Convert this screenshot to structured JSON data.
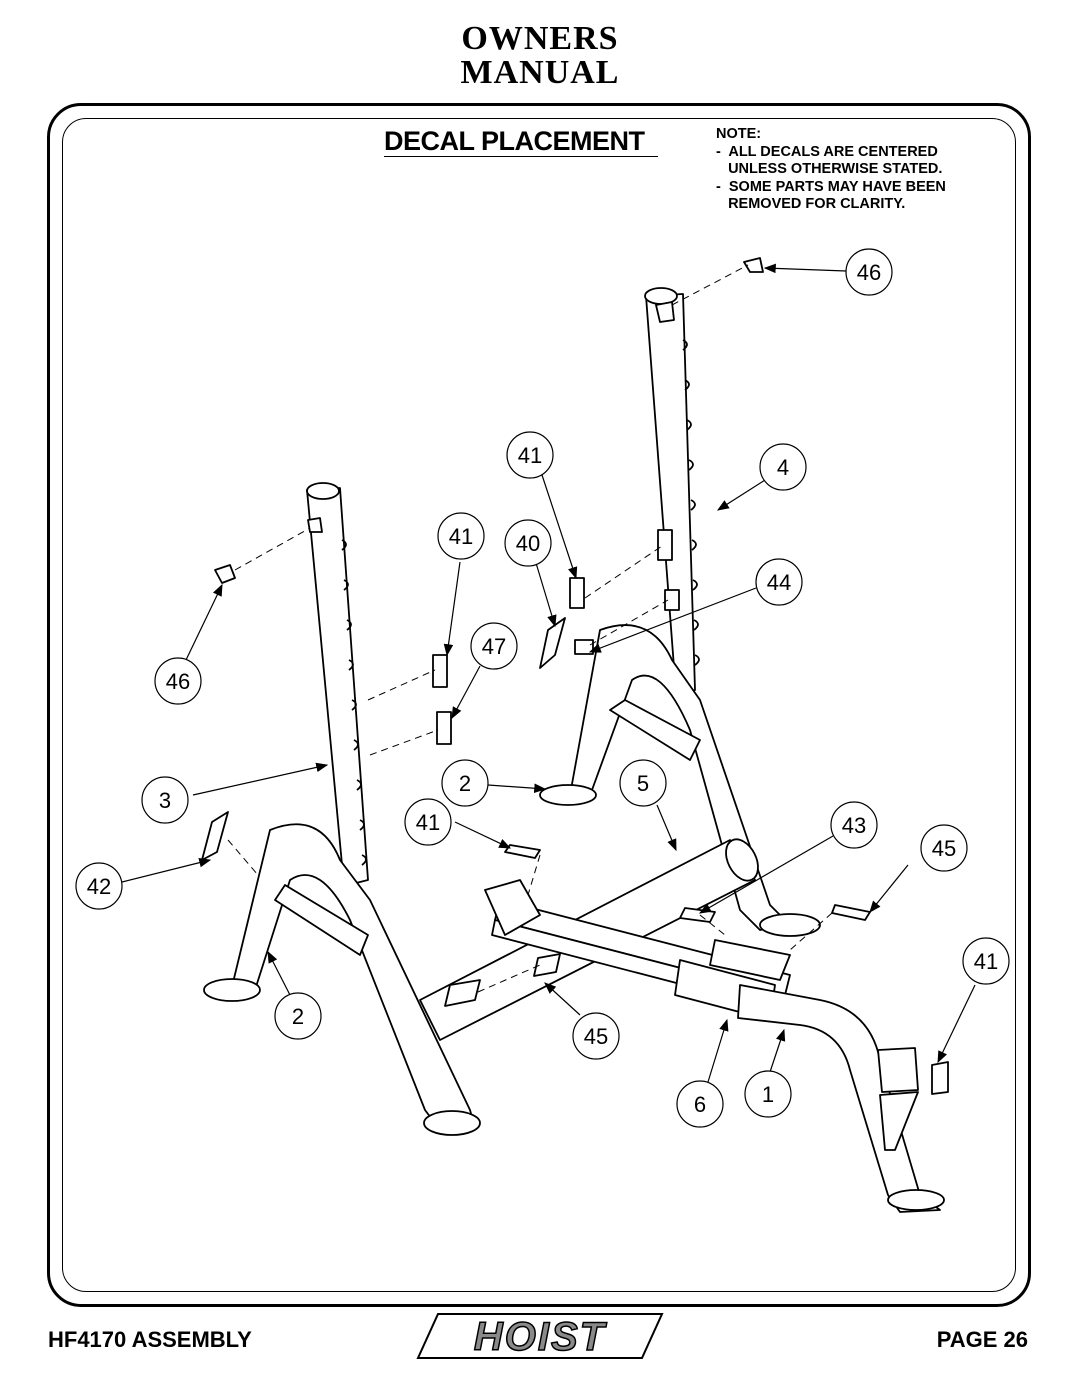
{
  "header": {
    "line1": "OWNERS",
    "line2": "MANUAL"
  },
  "section_title": "DECAL PLACEMENT",
  "note": {
    "title": "NOTE:",
    "lines": [
      "-  ALL DECALS ARE CENTERED",
      "   UNLESS OTHERWISE STATED.",
      "-  SOME PARTS MAY HAVE BEEN",
      "   REMOVED FOR CLARITY."
    ]
  },
  "callouts": [
    "46",
    "41",
    "4",
    "41",
    "40",
    "44",
    "47",
    "46",
    "2",
    "5",
    "3",
    "41",
    "43",
    "45",
    "42",
    "41",
    "2",
    "45",
    "6",
    "1"
  ],
  "footer": {
    "left": "HF4170 ASSEMBLY",
    "right": "PAGE 26",
    "logo_text": "HOIST"
  },
  "colors": {
    "ink": "#000000",
    "logo_gray": "#8a8a8a"
  }
}
